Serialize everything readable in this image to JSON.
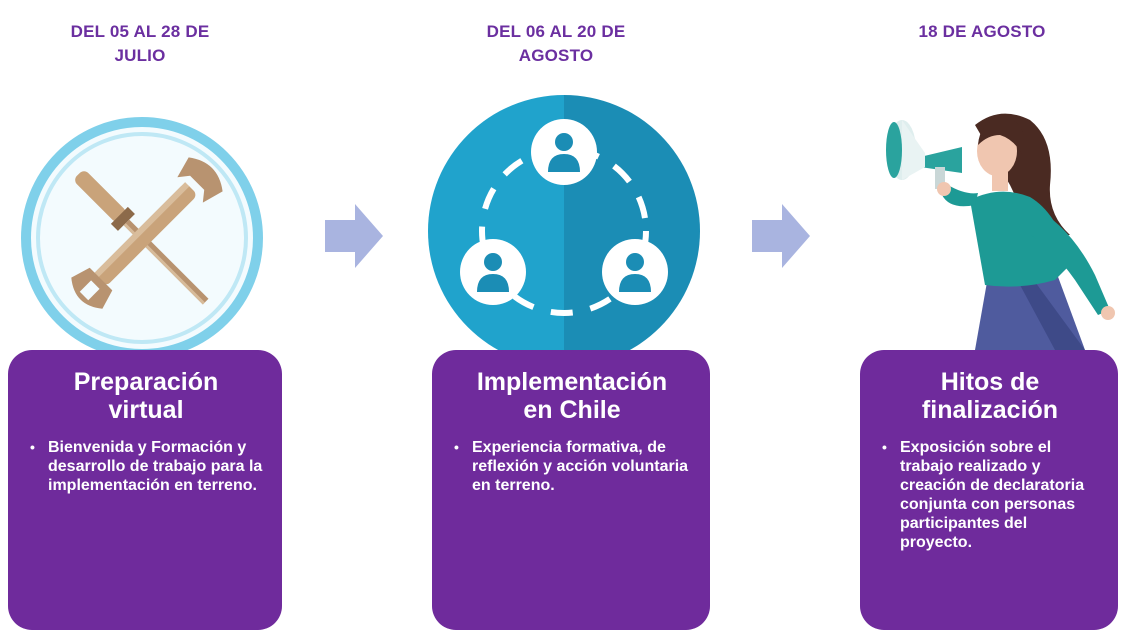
{
  "steps": [
    {
      "date": "DEL 05 AL 28 DE\nJULIO",
      "title": "Preparación\nvirtual",
      "bullet": "Bienvenida y Formación y desarrollo de trabajo para la implementación en terreno.",
      "icon": "tools-icon"
    },
    {
      "date": "DEL 06 AL 20 DE\nAGOSTO",
      "title": "Implementación\nen Chile",
      "bullet": "Experiencia formativa, de reflexión y acción voluntaria en terreno.",
      "icon": "people-network-icon"
    },
    {
      "date": "18 DE AGOSTO",
      "title": "Hitos de\nfinalización",
      "bullet": "Exposición sobre el trabajo realizado y creación de declaratoria conjunta con personas participantes del proyecto.",
      "icon": "woman-megaphone-illustration"
    }
  ],
  "colors": {
    "accent": "#6f2b9c",
    "date_text": "#6b2fa0",
    "arrow": "#a9b4e0",
    "ring": "#7fd0ea",
    "teal": "#1f9cc4"
  }
}
